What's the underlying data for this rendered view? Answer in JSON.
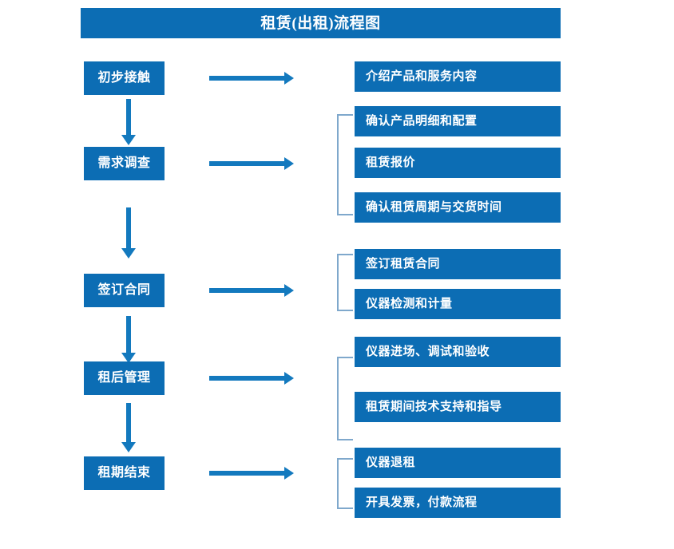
{
  "chart_title": "租赁(出租)流程图",
  "colors": {
    "box_fill": "#0C6DB4",
    "arrow": "#1379BE",
    "bracket": "#7FA8CC",
    "box_text": "#FFFFFF",
    "background": "#FFFFFF"
  },
  "stages": [
    {
      "label": "初步接触",
      "details": [
        "介绍产品和服务内容"
      ],
      "has_bracket": false
    },
    {
      "label": "需求调查",
      "details": [
        "确认产品明细和配置",
        "租赁报价",
        "确认租赁周期与交货时间"
      ],
      "has_bracket": true
    },
    {
      "label": "签订合同",
      "details": [
        "签订租赁合同",
        "仪器检测和计量"
      ],
      "has_bracket": true
    },
    {
      "label": "租后管理",
      "details": [
        "仪器进场、调试和验收",
        "租赁期间技术支持和指导"
      ],
      "has_bracket": true
    },
    {
      "label": "租期结束",
      "details": [
        "仪器退租",
        "开具发票，付款流程"
      ],
      "has_bracket": true
    }
  ],
  "flow_connectors": {
    "vertical_arrow_count": 4,
    "horizontal_arrow_count": 5,
    "direction": "top-to-bottom"
  }
}
